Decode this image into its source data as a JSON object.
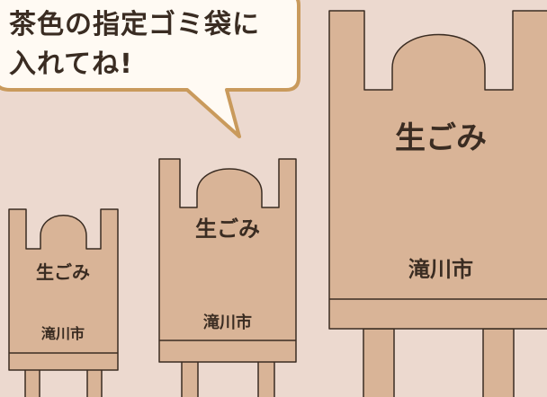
{
  "bubble": {
    "line1": "茶色の指定ゴミ袋に",
    "line2": "入れてね!"
  },
  "bags": {
    "small": {
      "type": "生ごみ",
      "city": "滝川市"
    },
    "medium": {
      "type": "生ごみ",
      "city": "滝川市"
    },
    "large": {
      "type": "生ごみ",
      "city": "滝川市"
    }
  },
  "colors": {
    "background": "#ecd9cf",
    "bag": "#d9b497",
    "outline": "#3a2c22",
    "bubble_fill": "#fffaf3",
    "bubble_border": "#c99a5c"
  }
}
